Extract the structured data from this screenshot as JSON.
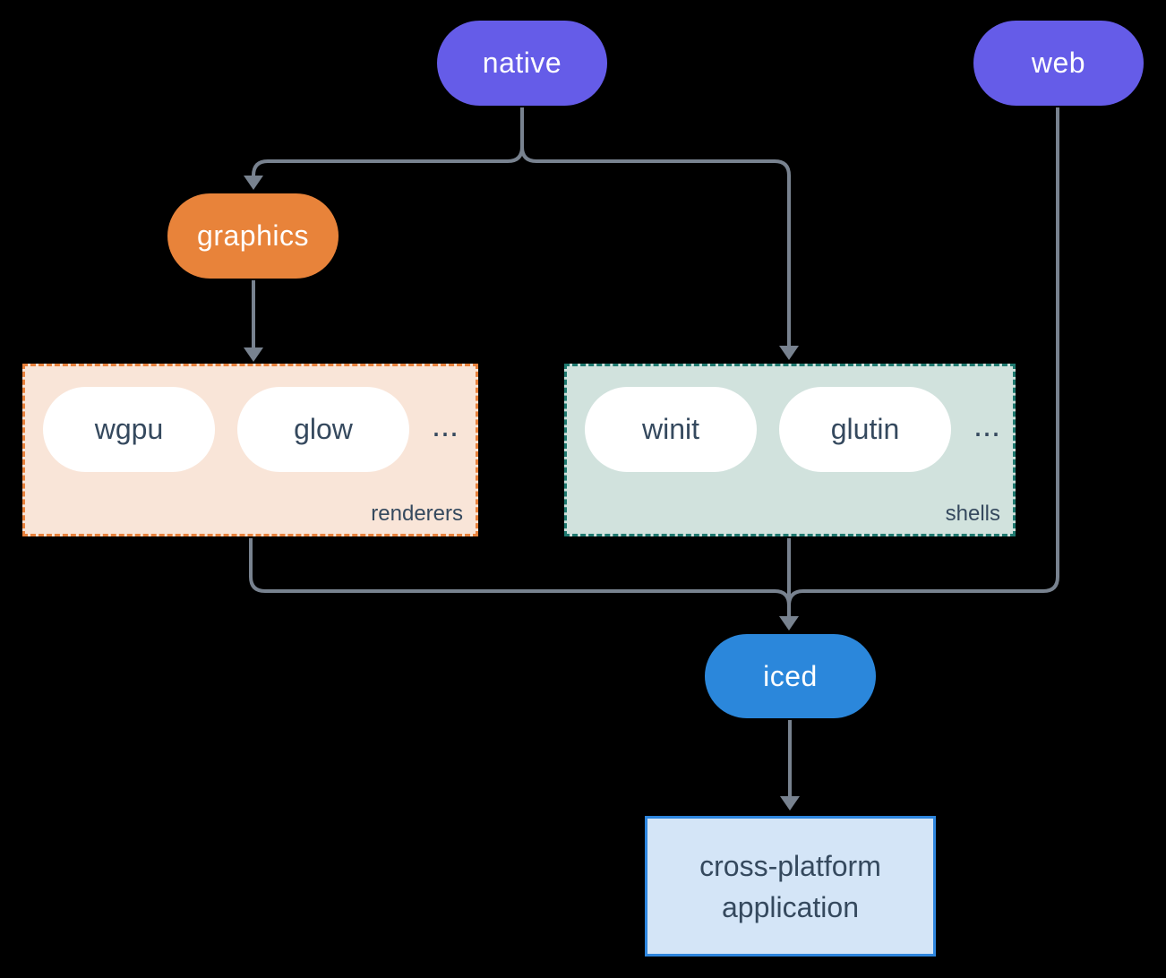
{
  "style": {
    "background": "#000000",
    "line_color": "#78828F",
    "node_text_color": "#FFFFFF",
    "dark_text_color": "#35495E"
  },
  "nodes": {
    "native": {
      "label": "native",
      "color": "#655CE8"
    },
    "web": {
      "label": "web",
      "color": "#655CE8"
    },
    "graphics": {
      "label": "graphics",
      "color": "#E8833A"
    },
    "iced": {
      "label": "iced",
      "color": "#2B87DB"
    },
    "application": {
      "line1": "cross-platform",
      "line2": "application",
      "fill": "#D4E5F7",
      "border": "#2E86DE"
    }
  },
  "groups": {
    "renderers": {
      "label": "renderers",
      "ellipsis": "...",
      "fill": "#F9E5D8",
      "border": "#E8823D",
      "items": [
        {
          "label": "wgpu"
        },
        {
          "label": "glow"
        }
      ]
    },
    "shells": {
      "label": "shells",
      "ellipsis": "...",
      "fill": "#D1E2DD",
      "border": "#1F7A70",
      "items": [
        {
          "label": "winit"
        },
        {
          "label": "glutin"
        }
      ]
    }
  },
  "edges": [
    {
      "from": "native",
      "to": "graphics"
    },
    {
      "from": "native",
      "to": "shells"
    },
    {
      "from": "graphics",
      "to": "renderers"
    },
    {
      "from": "renderers",
      "to": "iced"
    },
    {
      "from": "shells",
      "to": "iced"
    },
    {
      "from": "web",
      "to": "iced"
    },
    {
      "from": "iced",
      "to": "application"
    }
  ]
}
